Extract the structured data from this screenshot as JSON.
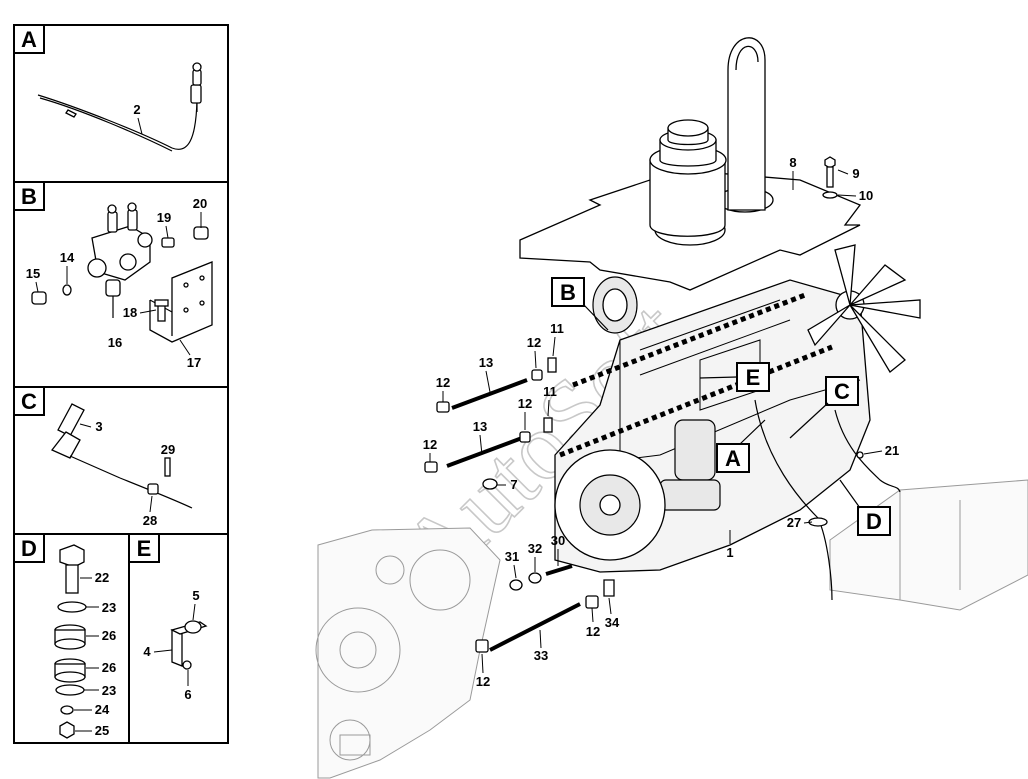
{
  "watermark": "AutoSoft",
  "panels": [
    {
      "letter": "A",
      "numbers": [
        "2"
      ]
    },
    {
      "letter": "B",
      "numbers": [
        "19",
        "20",
        "14",
        "15",
        "18",
        "16",
        "17"
      ]
    },
    {
      "letter": "C",
      "numbers": [
        "3",
        "29",
        "28"
      ]
    },
    {
      "letter": "D",
      "numbers": [
        "22",
        "23",
        "26",
        "26",
        "23",
        "24",
        "25"
      ]
    },
    {
      "letter": "E",
      "numbers": [
        "5",
        "4",
        "6"
      ]
    }
  ],
  "main_letters": [
    "B",
    "E",
    "C",
    "A",
    "D"
  ],
  "main_numbers": [
    "8",
    "9",
    "10",
    "11",
    "12",
    "13",
    "11",
    "12",
    "12",
    "13",
    "12",
    "7",
    "21",
    "27",
    "1",
    "31",
    "32",
    "30",
    "12",
    "34",
    "33",
    "12"
  ]
}
